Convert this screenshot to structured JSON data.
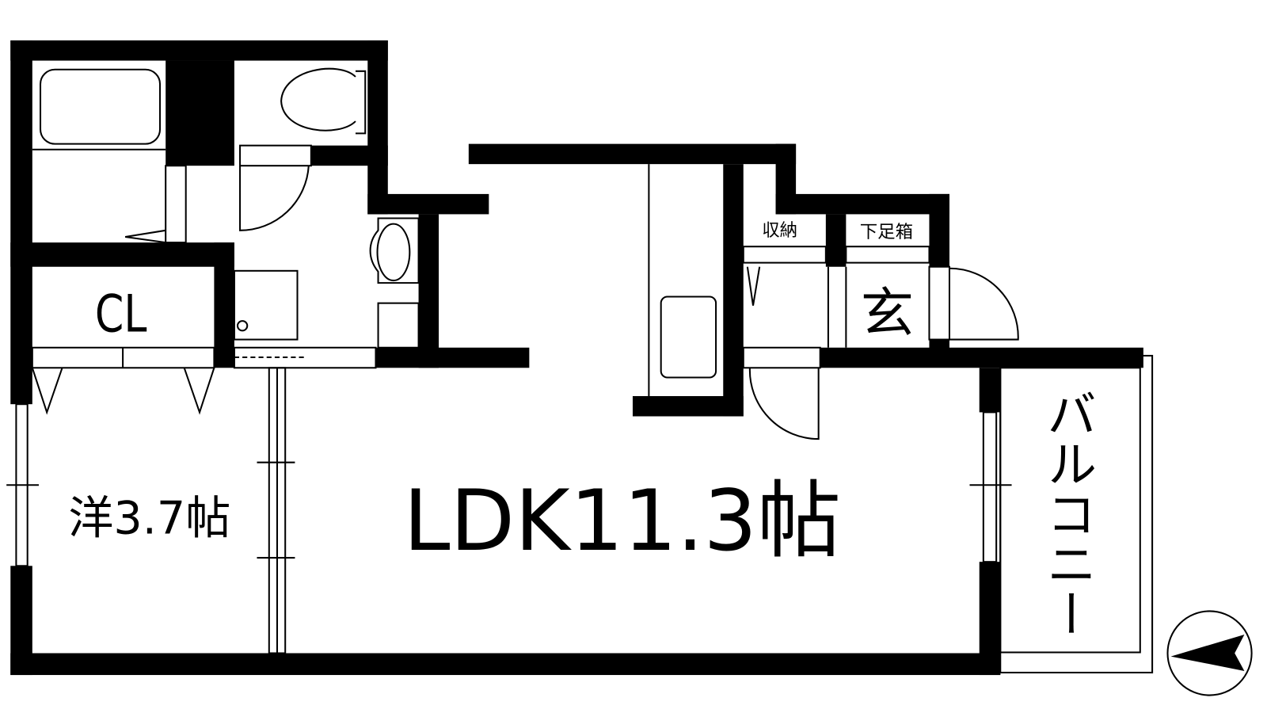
{
  "colors": {
    "wall": "#000000",
    "background": "#ffffff"
  },
  "rooms": {
    "closet": "CL",
    "western_room": "洋3.7帖",
    "ldk": "LDK11.3帖",
    "storage": "収納",
    "shoe_cabinet": "下足箱",
    "entrance": "玄",
    "balcony": "バルコニー"
  },
  "compass": {
    "icon": "north-arrow-icon",
    "direction": "west"
  }
}
